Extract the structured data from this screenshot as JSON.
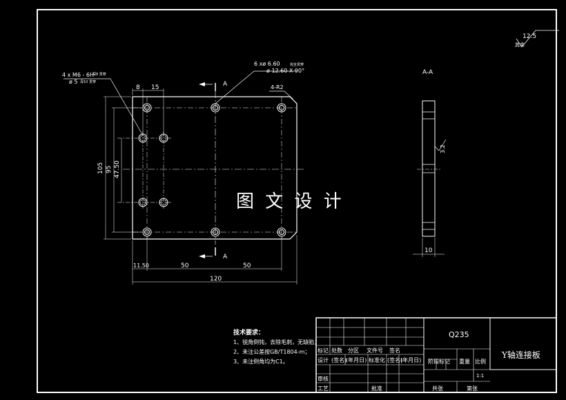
{
  "roughness": {
    "value": "12.5",
    "label": "其余"
  },
  "callouts": {
    "thread_line1": "4 x M6 - 6H",
    "thread_small1": "深8 贯穿",
    "thread_line2": "ø 5",
    "thread_small2": "深10 贯穿",
    "csink_line1": "6 xø 6.60",
    "csink_small1": "完全贯穿",
    "csink_line2": "ø 12.60 X 90°",
    "chamfer": "4-R2"
  },
  "dimensions": {
    "d8": "8",
    "d15": "15",
    "d105": "105",
    "d95": "95",
    "d4750": "47.50",
    "d1150": "11.50",
    "d50a": "50",
    "d50b": "50",
    "d120": "120",
    "d10": "10",
    "d32": "3.2"
  },
  "section": {
    "mark_top": "A",
    "mark_bottom": "A",
    "title": "A-A"
  },
  "watermark": "图 文 设 计",
  "tech_req": {
    "title": "技术要求：",
    "items": [
      "1、锐角倒钝，去除毛刺，无缺陷；",
      "2、未注公差按GB/T1804-m；",
      "3、未注倒角均为C1。"
    ]
  },
  "title_block": {
    "material": "Q235",
    "part_name": "Y轴连接板",
    "header": [
      "标记",
      "处数",
      "分区",
      "文件号",
      "签名"
    ],
    "row2": [
      "设计",
      "(签名)",
      "(年月日)",
      "标准化",
      "(签名)",
      "(年月日)"
    ],
    "stage_label": "阶段标记",
    "weight_label": "重量",
    "scale_label": "比例",
    "scale_value": "1:1",
    "review": "审核",
    "process": "工艺",
    "approve": "批准",
    "total_sheets": "共张",
    "sheet_no": "第张"
  }
}
